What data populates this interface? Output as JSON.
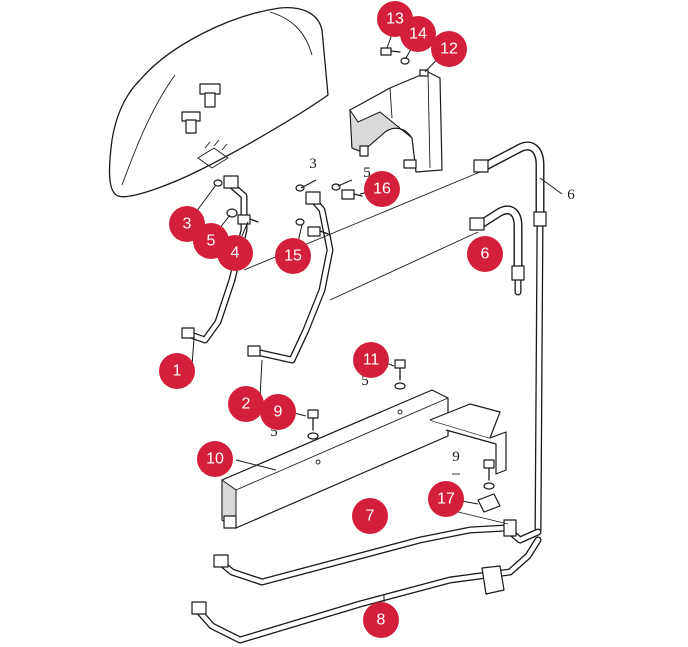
{
  "diagram": {
    "callouts": [
      {
        "id": "c13",
        "label": "13"
      },
      {
        "id": "c14",
        "label": "14"
      },
      {
        "id": "c12",
        "label": "12"
      },
      {
        "id": "c16",
        "label": "16"
      },
      {
        "id": "c3",
        "label": "3"
      },
      {
        "id": "c5",
        "label": "5"
      },
      {
        "id": "c4",
        "label": "4"
      },
      {
        "id": "c15",
        "label": "15"
      },
      {
        "id": "c6",
        "label": "6"
      },
      {
        "id": "c1",
        "label": "1"
      },
      {
        "id": "c2",
        "label": "2"
      },
      {
        "id": "c11",
        "label": "11"
      },
      {
        "id": "c9",
        "label": "9"
      },
      {
        "id": "c10",
        "label": "10"
      },
      {
        "id": "c7",
        "label": "7"
      },
      {
        "id": "c17",
        "label": "17"
      },
      {
        "id": "c8",
        "label": "8"
      }
    ],
    "plain_labels": [
      {
        "id": "p3",
        "label": "3"
      },
      {
        "id": "p5a",
        "label": "5"
      },
      {
        "id": "p6",
        "label": "6"
      },
      {
        "id": "p5b",
        "label": "5"
      },
      {
        "id": "p5c",
        "label": "5"
      },
      {
        "id": "p9",
        "label": "9"
      }
    ],
    "colors": {
      "callout": "#d31f3c",
      "line": "#1a1a1a"
    }
  }
}
